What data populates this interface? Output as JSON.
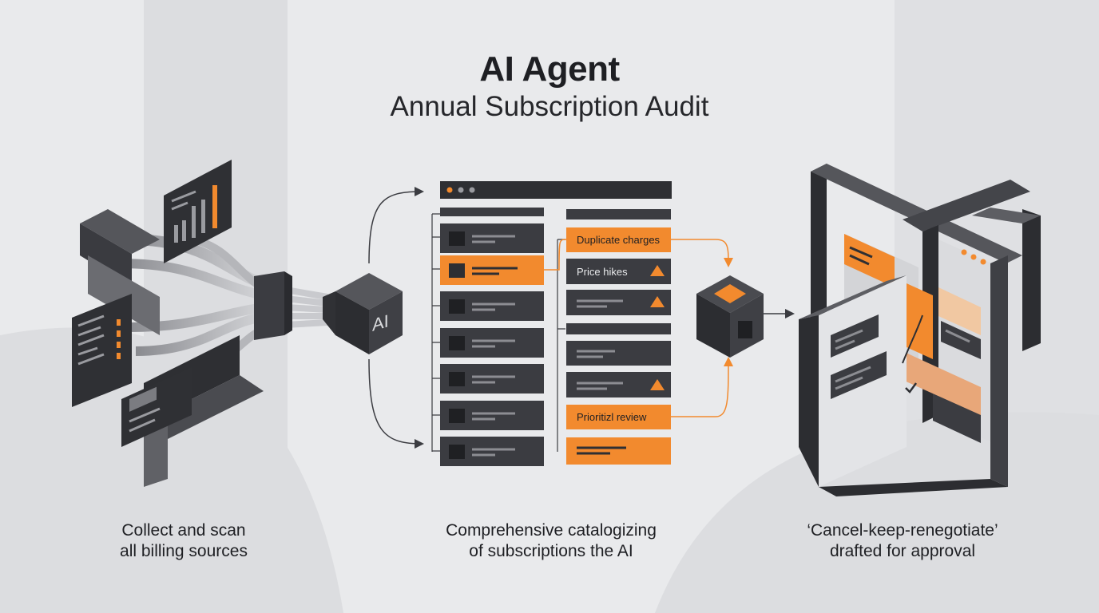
{
  "title": "AI Agent",
  "subtitle": "Annual Subscription Audit",
  "ai_badge": "AI",
  "panel_tags": {
    "duplicate": "Duplicate charges",
    "price": "Price hikes",
    "prioritize": "Prioritizl review"
  },
  "captions": {
    "collect": [
      "Collect and scan",
      "all billing sources"
    ],
    "catalog": [
      "Comprehensive catalogizing",
      "of subscriptions the AI"
    ],
    "draft": [
      "‘Cancel-keep-renegotiate’",
      "drafted for approval"
    ]
  },
  "colors": {
    "accent": "#f28a2e",
    "dark": "#3b3c41",
    "background": "#e9eaec"
  }
}
